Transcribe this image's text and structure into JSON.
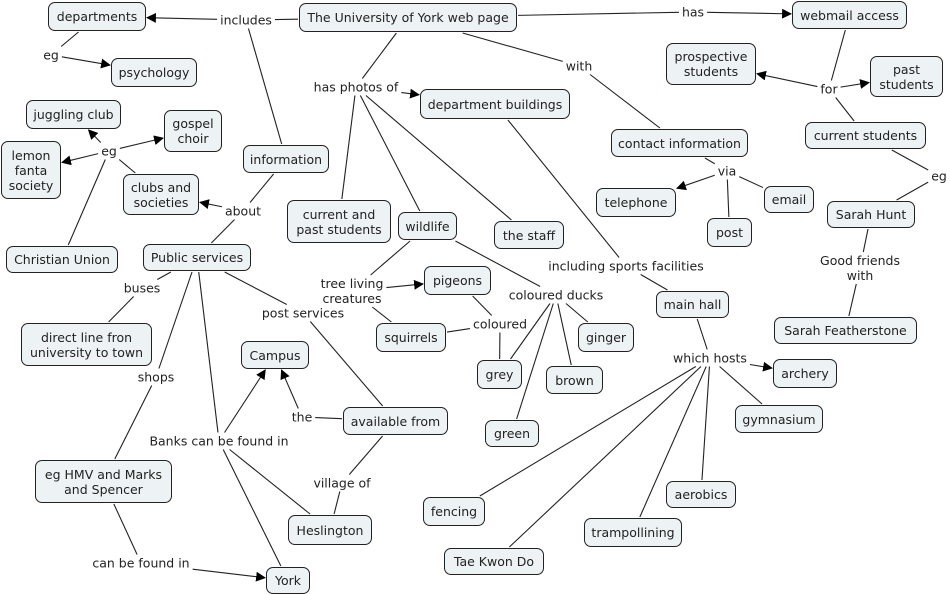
{
  "diagram": {
    "type": "concept-map",
    "concepts": {
      "york": "The University of York web page",
      "departments": "departments",
      "psychology": "psychology",
      "webmail": "webmail access",
      "prospective": "prospective\nstudents",
      "past": "past\nstudents",
      "current": "current students",
      "deptbuild": "department buildings",
      "contact": "contact information",
      "juggling": "juggling club",
      "gospel": "gospel\nchoir",
      "lemon": "lemon\nfanta\nsociety",
      "information": "information",
      "clubs": "clubs and\nsocieties",
      "curpast": "current and\npast students",
      "wildlife": "wildlife",
      "staff": "the staff",
      "telephone": "telephone",
      "email": "email",
      "post": "post",
      "sarahhunt": "Sarah Hunt",
      "christian": "Christian Union",
      "public": "Public services",
      "pigeons": "pigeons",
      "mainhall": "main hall",
      "sarahf": "Sarah Featherstone",
      "directline": "direct line fron\nuniversity to town",
      "squirrels": "squirrels",
      "ginger": "ginger",
      "campus": "Campus",
      "grey": "grey",
      "brown": "brown",
      "archery": "archery",
      "available": "available from",
      "gymnasium": "gymnasium",
      "green": "green",
      "hmv": "eg HMV and Marks\nand Spencer",
      "aerobics": "aerobics",
      "fencing": "fencing",
      "heslington": "Heslington",
      "trampolining": "trampollining",
      "taekwondo": "Tae Kwon Do",
      "yorkcity": "York"
    },
    "linking_phrases": {
      "includes": "includes",
      "eg1": "eg",
      "has": "has",
      "hasphotos": "has photos of",
      "with": "with",
      "for": "for",
      "eg2": "eg",
      "about": "about",
      "via": "via",
      "eg3": "eg",
      "including": "including sports facilities",
      "goodfriends": "Good friends with",
      "buses": "buses",
      "treeliving": "tree living\ncreatures",
      "colducks": "coloured ducks",
      "postservices": "post services",
      "coloured": "coloured",
      "whichhosts": "which hosts",
      "shops": "shops",
      "the": "the",
      "banks": "Banks can be found in",
      "villageof": "village of",
      "canbefound": "can be found in"
    },
    "connections": [
      [
        "york",
        "includes",
        false
      ],
      [
        "includes",
        "departments",
        true
      ],
      [
        "includes",
        "information",
        false
      ],
      [
        "departments",
        "eg1",
        false
      ],
      [
        "eg1",
        "psychology",
        true
      ],
      [
        "york",
        "has",
        false
      ],
      [
        "has",
        "webmail",
        true
      ],
      [
        "webmail",
        "for",
        false
      ],
      [
        "for",
        "prospective",
        true
      ],
      [
        "for",
        "past",
        true
      ],
      [
        "for",
        "current",
        false
      ],
      [
        "york",
        "hasphotos",
        false
      ],
      [
        "hasphotos",
        "deptbuild",
        true
      ],
      [
        "hasphotos",
        "curpast",
        false
      ],
      [
        "hasphotos",
        "wildlife",
        false
      ],
      [
        "hasphotos",
        "staff",
        false
      ],
      [
        "york",
        "with",
        false
      ],
      [
        "with",
        "contact",
        false
      ],
      [
        "contact",
        "via",
        false
      ],
      [
        "via",
        "telephone",
        true
      ],
      [
        "via",
        "email",
        false
      ],
      [
        "via",
        "post",
        false
      ],
      [
        "current",
        "eg3",
        false
      ],
      [
        "eg3",
        "sarahhunt",
        false
      ],
      [
        "sarahhunt",
        "goodfriends",
        false
      ],
      [
        "goodfriends",
        "sarahf",
        false
      ],
      [
        "clubs",
        "eg2",
        false
      ],
      [
        "eg2",
        "juggling",
        true
      ],
      [
        "eg2",
        "gospel",
        true
      ],
      [
        "eg2",
        "lemon",
        true
      ],
      [
        "eg2",
        "christian",
        false
      ],
      [
        "information",
        "about",
        false
      ],
      [
        "about",
        "clubs",
        true
      ],
      [
        "about",
        "public",
        false
      ],
      [
        "deptbuild",
        "including",
        false
      ],
      [
        "including",
        "mainhall",
        false
      ],
      [
        "wildlife",
        "treeliving",
        false
      ],
      [
        "treeliving",
        "pigeons",
        true
      ],
      [
        "treeliving",
        "squirrels",
        false
      ],
      [
        "wildlife",
        "colducks",
        false
      ],
      [
        "colducks",
        "ginger",
        false
      ],
      [
        "colducks",
        "grey",
        false
      ],
      [
        "colducks",
        "brown",
        false
      ],
      [
        "colducks",
        "green",
        false
      ],
      [
        "pigeons",
        "coloured",
        false
      ],
      [
        "squirrels",
        "coloured",
        false
      ],
      [
        "coloured",
        "grey",
        false
      ],
      [
        "mainhall",
        "whichhosts",
        false
      ],
      [
        "whichhosts",
        "archery",
        true
      ],
      [
        "whichhosts",
        "gymnasium",
        false
      ],
      [
        "whichhosts",
        "aerobics",
        false
      ],
      [
        "whichhosts",
        "trampolining",
        false
      ],
      [
        "whichhosts",
        "fencing",
        false
      ],
      [
        "whichhosts",
        "taekwondo",
        false
      ],
      [
        "public",
        "buses",
        false
      ],
      [
        "buses",
        "directline",
        false
      ],
      [
        "public",
        "shops",
        false
      ],
      [
        "shops",
        "hmv",
        false
      ],
      [
        "hmv",
        "canbefound",
        false
      ],
      [
        "canbefound",
        "yorkcity",
        true
      ],
      [
        "public",
        "banks",
        false
      ],
      [
        "banks",
        "campus",
        true
      ],
      [
        "banks",
        "heslington",
        false
      ],
      [
        "banks",
        "yorkcity",
        false
      ],
      [
        "public",
        "postservices",
        false
      ],
      [
        "postservices",
        "available",
        false
      ],
      [
        "available",
        "the",
        false
      ],
      [
        "the",
        "campus",
        true
      ],
      [
        "available",
        "villageof",
        false
      ],
      [
        "villageof",
        "heslington",
        false
      ]
    ]
  }
}
